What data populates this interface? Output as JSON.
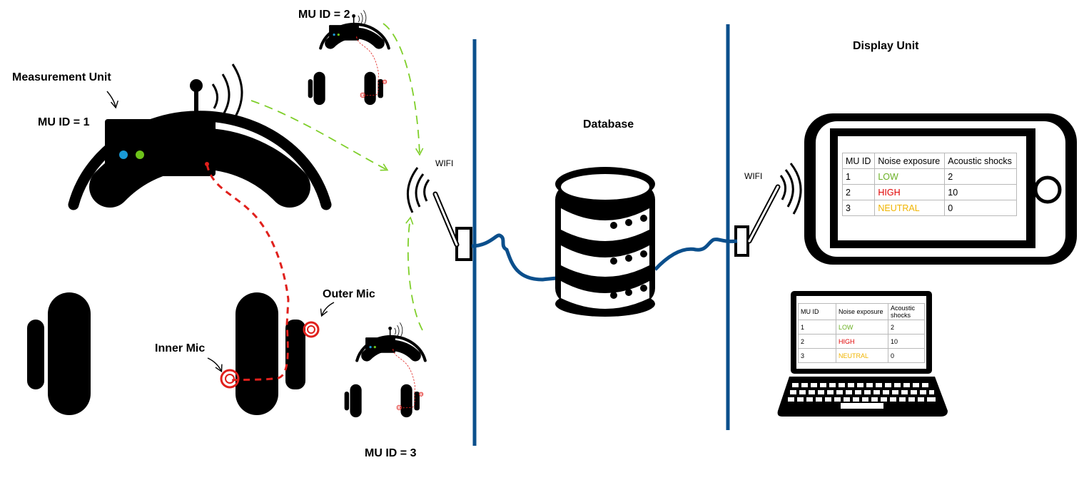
{
  "labels": {
    "measurement_unit": "Measurement Unit",
    "mu1": "MU ID = 1",
    "mu2": "MU ID = 2",
    "mu3": "MU ID = 3",
    "outer_mic": "Outer Mic",
    "inner_mic": "Inner Mic",
    "wifi_left": "WIFI",
    "wifi_right": "WIFI",
    "database": "Database",
    "display_unit": "Display Unit"
  },
  "colors": {
    "low": "#6ab023",
    "high": "#e00000",
    "neutral": "#f0b400",
    "wire": "#0b4f8c",
    "mic": "#e0201c",
    "signal": "#7fcf2a"
  },
  "phone_table": {
    "headers": [
      "MU ID",
      "Noise exposure",
      "Acoustic shocks"
    ],
    "rows": [
      {
        "id": "1",
        "exposure": "LOW",
        "level": "low",
        "shocks": "2"
      },
      {
        "id": "2",
        "exposure": "HIGH",
        "level": "high",
        "shocks": "10"
      },
      {
        "id": "3",
        "exposure": "NEUTRAL",
        "level": "neutral",
        "shocks": "0"
      }
    ]
  },
  "laptop_table": {
    "headers": [
      "MU ID",
      "Noise exposure",
      "Acoustic shocks"
    ],
    "rows": [
      {
        "id": "1",
        "exposure": "LOW",
        "level": "low",
        "shocks": "2"
      },
      {
        "id": "2",
        "exposure": "HIGH",
        "level": "high",
        "shocks": "10"
      },
      {
        "id": "3",
        "exposure": "NEUTRAL",
        "level": "neutral",
        "shocks": "0"
      }
    ]
  }
}
